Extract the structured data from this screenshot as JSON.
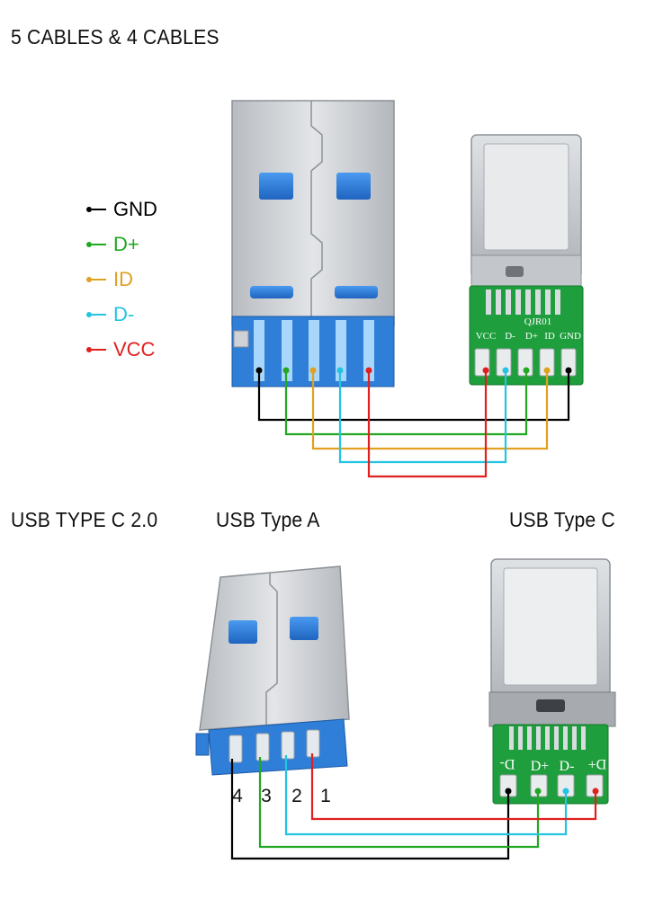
{
  "headings": {
    "top": "5 CABLES & 4 CABLES",
    "bottom_left": "USB TYPE C 2.0",
    "bottom_mid": "USB Type A",
    "bottom_right": "USB Type C"
  },
  "legend": [
    {
      "label": "GND",
      "color": "#000000"
    },
    {
      "label": "D+",
      "color": "#22a722"
    },
    {
      "label": "ID",
      "color": "#e0a020"
    },
    {
      "label": "D-",
      "color": "#23c4e0"
    },
    {
      "label": "VCC",
      "color": "#e02020"
    }
  ],
  "top_pcb": {
    "board_label": "QJR01",
    "pins": [
      "VCC",
      "D-",
      "D+",
      "ID",
      "GND"
    ]
  },
  "bottom_pcb": {
    "pins": [
      "D-",
      "D+",
      "D-",
      "D+"
    ]
  },
  "usb_a_pin_numbers": [
    "4",
    "3",
    "2",
    "1"
  ],
  "colors": {
    "metal": "#c9ccd0",
    "metal_dark": "#9ea3a8",
    "usb_blue": "#2f7fd8",
    "pcb_green": "#1e9e3c"
  }
}
